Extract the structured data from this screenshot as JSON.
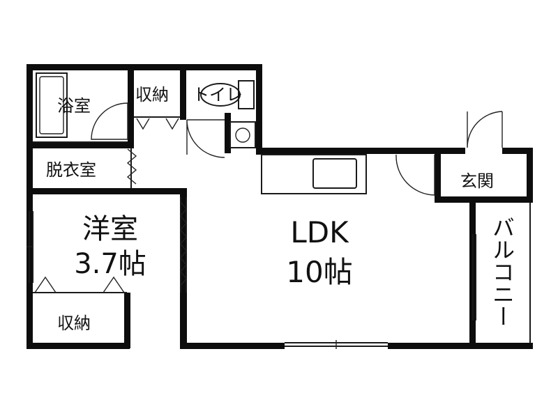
{
  "rooms": {
    "bath": "浴室",
    "closet_top": "収納",
    "toilet": "トイレ",
    "dressing": "脱衣室",
    "western_name": "洋室",
    "western_size": "3.7帖",
    "closet_bottom": "収納",
    "ldk_name": "LDK",
    "ldk_size": "10帖",
    "entrance": "玄関",
    "balcony": "バルコニー"
  }
}
